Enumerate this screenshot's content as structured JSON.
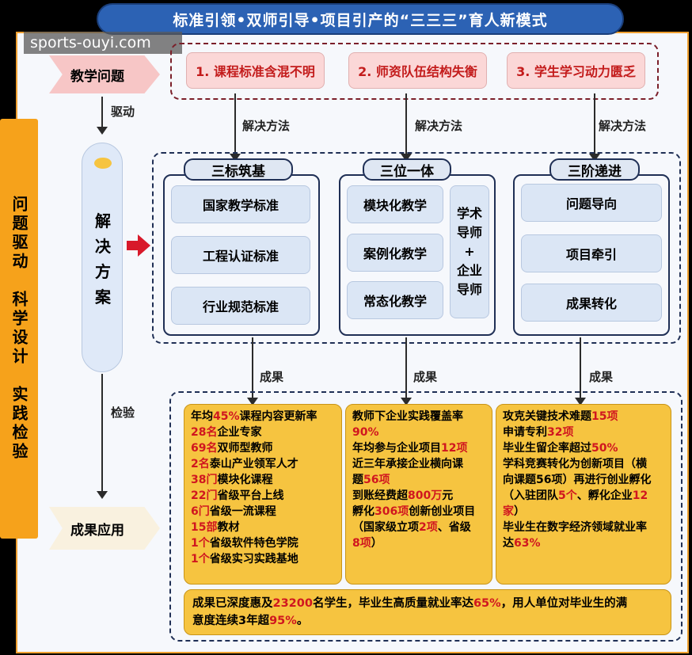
{
  "title": "标准引领•双师引导•项目引产的“三三三”育人新模式",
  "watermark": "sports-ouyi.com",
  "side_label": "问题驱动　科学设计　实践检验",
  "left": {
    "problem": "教学问题",
    "drive": "驱动",
    "solution": "解决方案",
    "verify": "检验",
    "application": "成果应用"
  },
  "problems": [
    "1. 课程标准含混不明",
    "2. 师资队伍结构失衡",
    "3. 学生学习动力匮乏"
  ],
  "method_label": "解决方法",
  "result_label": "成果",
  "groups": [
    {
      "title": "三标筑基",
      "items": [
        "国家教学标准",
        "工程认证标准",
        "行业规范标准"
      ]
    },
    {
      "title": "三位一体",
      "items": [
        "模块化教学",
        "案例化教学",
        "常态化教学"
      ],
      "side_lines": [
        "学术",
        "导师",
        "+",
        "企业",
        "导师"
      ]
    },
    {
      "title": "三阶递进",
      "items": [
        "问题导向",
        "项目牵引",
        "成果转化"
      ]
    }
  ],
  "results": [
    [
      [
        {
          "t": "年均"
        },
        {
          "t": "45%",
          "r": 1
        },
        {
          "t": "课程内容更新率"
        }
      ],
      [
        {
          "t": "28名",
          "r": 1
        },
        {
          "t": "企业专家"
        }
      ],
      [
        {
          "t": "69名",
          "r": 1
        },
        {
          "t": "双师型教师"
        }
      ],
      [
        {
          "t": "2名",
          "r": 1
        },
        {
          "t": "泰山产业领军人才"
        }
      ],
      [
        {
          "t": "38门",
          "r": 1
        },
        {
          "t": "模块化课程"
        }
      ],
      [
        {
          "t": "22门",
          "r": 1
        },
        {
          "t": "省级平台上线"
        }
      ],
      [
        {
          "t": "6门",
          "r": 1
        },
        {
          "t": "省级一流课程"
        }
      ],
      [
        {
          "t": "15部",
          "r": 1
        },
        {
          "t": "教材"
        }
      ],
      [
        {
          "t": "1个",
          "r": 1
        },
        {
          "t": "省级软件特色学院"
        }
      ],
      [
        {
          "t": "1个",
          "r": 1
        },
        {
          "t": "省级实习实践基地"
        }
      ]
    ],
    [
      [
        {
          "t": "教师下企业实践覆盖率"
        }
      ],
      [
        {
          "t": "90%",
          "r": 1
        }
      ],
      [
        {
          "t": "年均参与企业项目"
        },
        {
          "t": "12项",
          "r": 1
        }
      ],
      [
        {
          "t": "近三年承接企业横向课"
        }
      ],
      [
        {
          "t": "题"
        },
        {
          "t": "56项",
          "r": 1
        }
      ],
      [
        {
          "t": "到账经费超"
        },
        {
          "t": "800万",
          "r": 1
        },
        {
          "t": "元"
        }
      ],
      [
        {
          "t": "孵化"
        },
        {
          "t": "306项",
          "r": 1
        },
        {
          "t": "创新创业项目"
        }
      ],
      [
        {
          "t": "（国家级立项"
        },
        {
          "t": "2项",
          "r": 1
        },
        {
          "t": "、省级"
        }
      ],
      [
        {
          "t": "8项",
          "r": 1
        },
        {
          "t": "）"
        }
      ]
    ],
    [
      [
        {
          "t": "攻克关键技术难题"
        },
        {
          "t": "15项",
          "r": 1
        }
      ],
      [
        {
          "t": "申请专利"
        },
        {
          "t": "32项",
          "r": 1
        }
      ],
      [
        {
          "t": "毕业生留企率超过"
        },
        {
          "t": "50%",
          "r": 1
        }
      ],
      [
        {
          "t": "学科竞赛转化为创新项目（横"
        }
      ],
      [
        {
          "t": "向课题56项）再进行创业孵化"
        }
      ],
      [
        {
          "t": "（入驻团队"
        },
        {
          "t": "5个",
          "r": 1
        },
        {
          "t": "、孵化企业"
        },
        {
          "t": "12",
          "r": 1
        }
      ],
      [
        {
          "t": "家",
          "r": 1
        },
        {
          "t": "）"
        }
      ],
      [
        {
          "t": "毕业生在数字经济领域就业率"
        }
      ],
      [
        {
          "t": "达"
        },
        {
          "t": "63%",
          "r": 1
        }
      ]
    ]
  ],
  "bottom": [
    [
      {
        "t": "成果已深度惠及"
      },
      {
        "t": "23200",
        "r": 1
      },
      {
        "t": "名学生，毕业生高质量就业率达"
      },
      {
        "t": "65%",
        "r": 1
      },
      {
        "t": "，用人单位对毕业生的满"
      }
    ],
    [
      {
        "t": "意度连续3年超"
      },
      {
        "t": "95%",
        "r": 1
      },
      {
        "t": "。"
      }
    ]
  ]
}
